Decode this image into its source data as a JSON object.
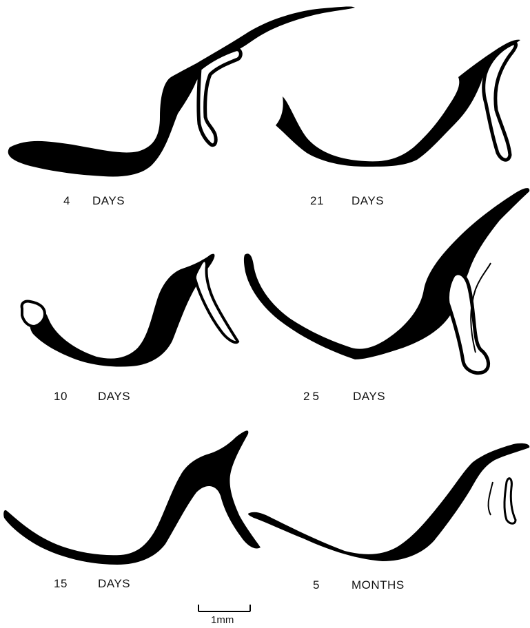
{
  "panels": [
    {
      "id": "4-days",
      "number": "4",
      "unit": "DAYS"
    },
    {
      "id": "21-days",
      "number": "21",
      "unit": "DAYS"
    },
    {
      "id": "10-days",
      "number": "10",
      "unit": "DAYS"
    },
    {
      "id": "25-days",
      "number": "25",
      "unit": "DAYS"
    },
    {
      "id": "15-days",
      "number": "15",
      "unit": "DAYS"
    },
    {
      "id": "5-months",
      "number": "5",
      "unit": "MONTHS"
    }
  ],
  "scale_bar": {
    "label": "1mm"
  },
  "colors": {
    "ink": "#000000",
    "background": "#ffffff"
  }
}
